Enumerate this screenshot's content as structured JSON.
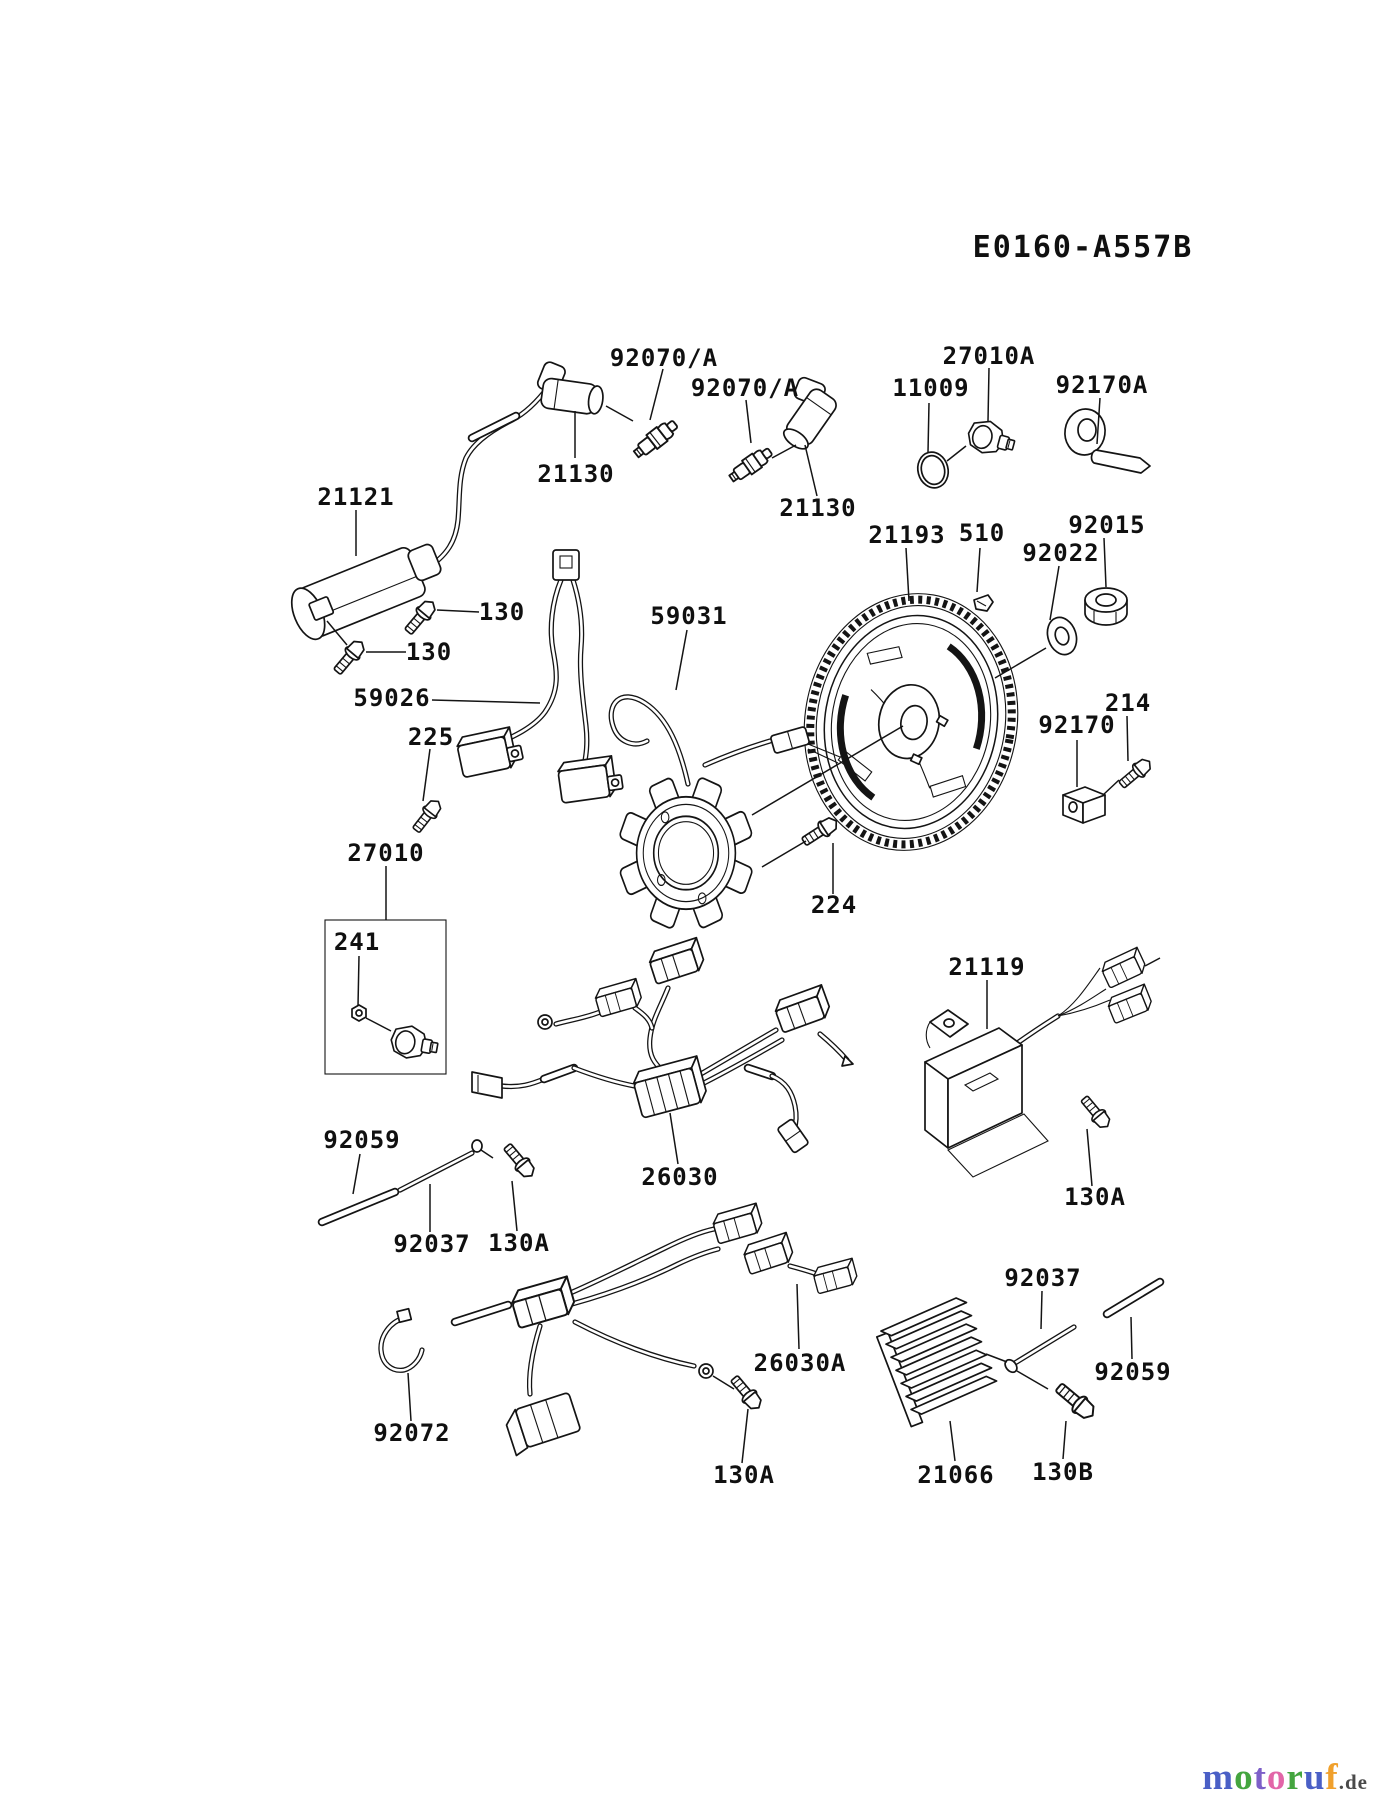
{
  "diagram": {
    "code": "E0160-A557B",
    "line_color": "#141414",
    "labels": {
      "plug1": "92070/A",
      "plug2": "92070/A",
      "cap1": "21130",
      "cap2": "21130",
      "oring": "11009",
      "switch_a": "27010A",
      "clamp_a": "92170A",
      "flywheel": "21193",
      "key": "510",
      "washer": "92022",
      "nut": "92015",
      "coil": "21121",
      "bolt130_1": "130",
      "bolt130_2": "130",
      "exciter": "59026",
      "charge_coil": "59031",
      "bolt225": "225",
      "plate": "92170",
      "screw214": "214",
      "switch_box": "27010",
      "nut241": "241",
      "bolt224": "224",
      "igniter": "21119",
      "harness": "26030",
      "tube_l": "92059",
      "rod_l": "92037",
      "bolt130a_l": "130A",
      "bolt130a_r": "130A",
      "clamp": "92072",
      "harness_a": "26030A",
      "bolt130a_b": "130A",
      "rod_r": "92037",
      "tube_r": "92059",
      "regulator": "21066",
      "bolt130b": "130B"
    }
  },
  "watermark": {
    "letters": [
      {
        "ch": "m",
        "style": "color:#4a5fc6"
      },
      {
        "ch": "o",
        "style": "color:#44a53f"
      },
      {
        "ch": "t",
        "style": "color:#7d5fc8"
      },
      {
        "ch": "o",
        "style": "color:#e266a8"
      },
      {
        "ch": "r",
        "style": "color:#44a53f"
      },
      {
        "ch": "u",
        "style": "color:#4a5fc6"
      },
      {
        "ch": "f",
        "style": "color:#f0a02c"
      }
    ],
    "suffix": ".de",
    "suffix_style": "color:#4a4a4a"
  }
}
